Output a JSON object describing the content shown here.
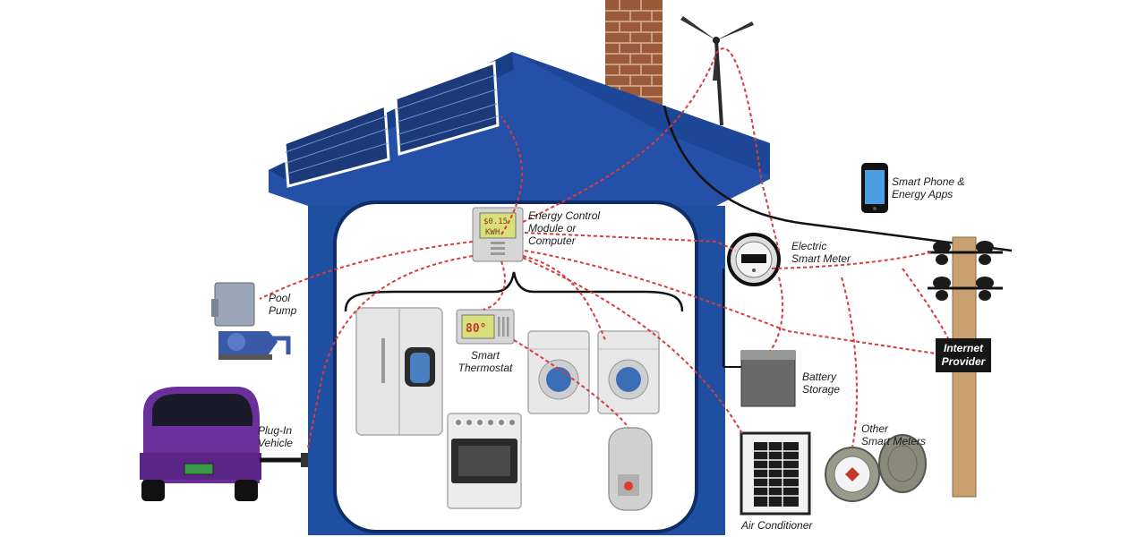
{
  "labels": {
    "energy_control": [
      "Energy Control",
      "Module or",
      "Computer"
    ],
    "smart_phone": [
      "Smart Phone &",
      "Energy Apps"
    ],
    "electric_meter": [
      "Electric",
      "Smart  Meter"
    ],
    "pool_pump": [
      "Pool",
      "Pump"
    ],
    "thermostat": [
      "Smart",
      "Thermostat"
    ],
    "internet_provider": [
      "Internet",
      "Provider"
    ],
    "battery": [
      "Battery",
      "Storage"
    ],
    "plug_in": [
      "Plug-In",
      "Vehicle"
    ],
    "other_meters": [
      "Other",
      "Smart Meters"
    ],
    "air_conditioner": "Air Conditioner"
  },
  "display": {
    "control_price": "$0.15",
    "control_unit": "KWH",
    "thermostat_temp": "80°"
  },
  "colors": {
    "house": "#1f4fa0",
    "roof": "#2450a8",
    "solar": "#1c3a7a",
    "chimney": "#9a5a3a",
    "wiring": "#d93a3a",
    "car": "#6a2f9a",
    "pole": "#c9a070"
  }
}
